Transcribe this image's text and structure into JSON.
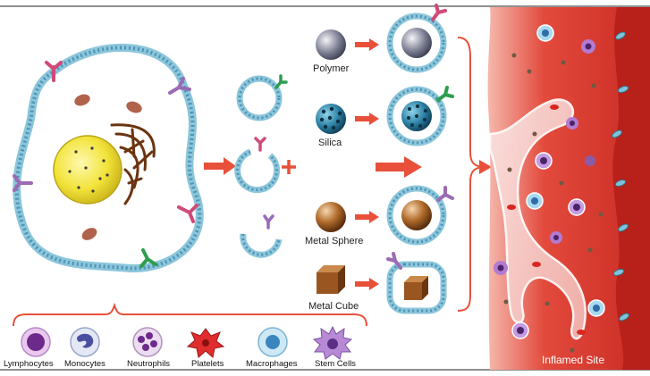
{
  "materials": [
    {
      "label": "Polymer",
      "icon": "polymer-sphere-icon"
    },
    {
      "label": "Silica",
      "icon": "silica-sphere-icon"
    },
    {
      "label": "Metal Sphere",
      "icon": "metal-sphere-icon"
    },
    {
      "label": "Metal Cube",
      "icon": "metal-cube-icon"
    }
  ],
  "cells": [
    {
      "label": "Lymphocytes",
      "icon": "lymphocyte-icon"
    },
    {
      "label": "Monocytes",
      "icon": "monocyte-icon"
    },
    {
      "label": "Neutrophils",
      "icon": "neutrophil-icon"
    },
    {
      "label": "Platelets",
      "icon": "platelet-icon"
    },
    {
      "label": "Macrophages",
      "icon": "macrophage-icon"
    },
    {
      "label": "Stem Cells",
      "icon": "stem-cell-icon"
    }
  ],
  "site_label": "Inflamed Site",
  "colors": {
    "membrane": "#7fbfd6",
    "arrow": "#e8503a",
    "tissue": "#d9352b",
    "nucleus": "#f2e33a",
    "receptor_pink": "#d04a78",
    "receptor_purple": "#9b6bb5",
    "receptor_green": "#2e9e4e"
  }
}
